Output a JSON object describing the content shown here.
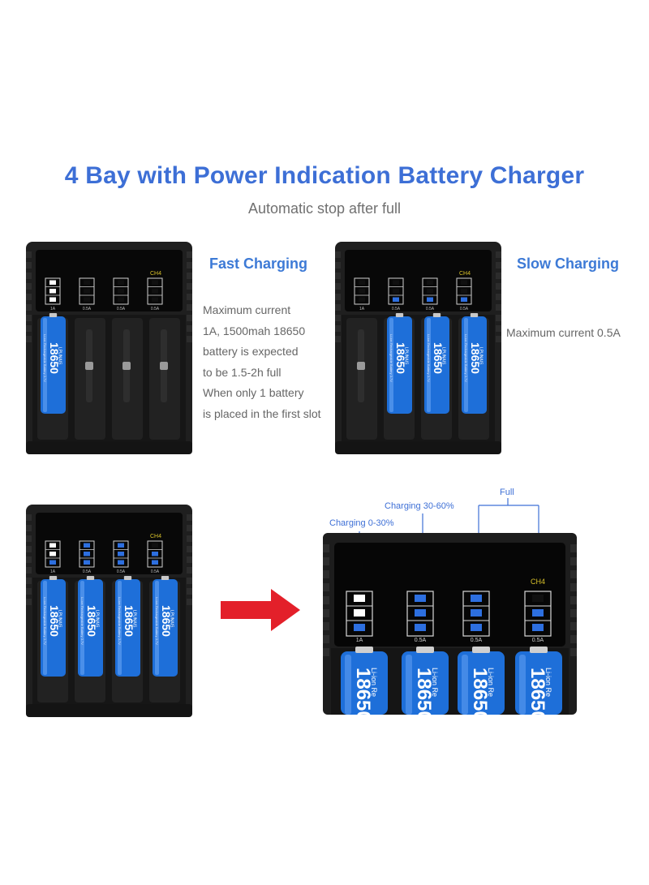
{
  "header": {
    "title": "4 Bay with Power Indication Battery Charger",
    "subtitle": "Automatic stop after full"
  },
  "colors": {
    "title_blue": "#3d6fd6",
    "battery_blue": "#1e6fd9",
    "led_blue": "#2d6fe0",
    "charger_black": "#1a1a1a",
    "arrow_red": "#e3202a"
  },
  "fast_charging": {
    "title": "Fast Charging",
    "description_lines": [
      "Maximum current",
      "1A, 1500mah 18650",
      "battery is expected",
      "to be 1.5-2h full",
      "When only 1 battery",
      "is placed in the first slot"
    ]
  },
  "slow_charging": {
    "title": "Slow Charging",
    "description": "Maximum current 0.5A"
  },
  "charger": {
    "channel_label": "CH4",
    "slot_currents": [
      "1A",
      "0.5A",
      "0.5A",
      "0.5A"
    ],
    "battery_model": "18650",
    "battery_brand": "LPUNAIS",
    "battery_type": "Li-ion Rechargeable Battery 3.7V",
    "battery_type_short": "Li-ion Re"
  },
  "annotations": {
    "charging_low": "Charging 0-30%",
    "charging_mid": "Charging 30-60%",
    "full": "Full"
  },
  "icons": [
    "charger-image",
    "battery-image",
    "red-arrow-icon",
    "led-indicator-icon"
  ]
}
